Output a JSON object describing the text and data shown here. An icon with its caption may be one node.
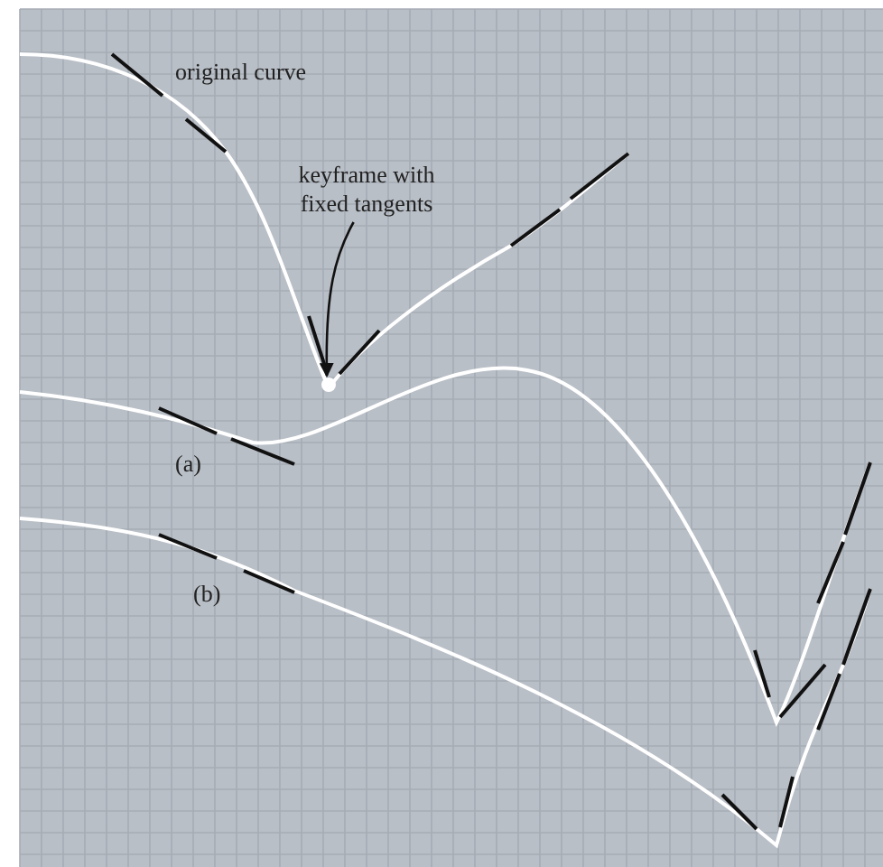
{
  "diagram": {
    "nodes": [
      {
        "text": [
          "keyframe with fixed tangents"
        ]
      },
      {
        "text": [],
        "shape": "circle"
      }
    ],
    "edges": [
      {
        "from": 0,
        "to": 1,
        "arrow": "to"
      }
    ],
    "labels": [
      "original curve",
      "(a)",
      "(b)"
    ]
  }
}
